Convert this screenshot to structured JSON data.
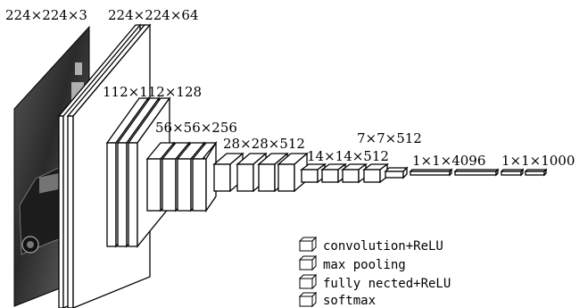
{
  "diagram": {
    "stage_labels": [
      "224×224×3",
      "224×224×64",
      "112×112×128",
      "56×56×256",
      "28×28×512",
      "14×14×512",
      "7×7×512",
      "1×1×4096",
      "1×1×1000"
    ],
    "legend": [
      {
        "label": "convolution+ReLU",
        "icon": "cube-icon"
      },
      {
        "label": "max pooling",
        "icon": "cube-icon"
      },
      {
        "label": "fully nected+ReLU",
        "icon": "cube-icon"
      },
      {
        "label": "softmax",
        "icon": "cube-icon"
      }
    ]
  }
}
